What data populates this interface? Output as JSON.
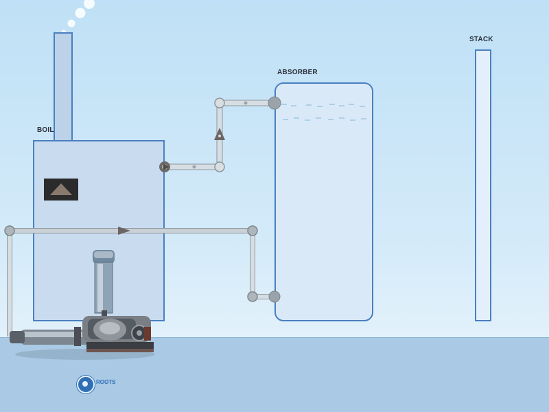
{
  "labels": {
    "boiler": "BOIL",
    "absorber": "ABSORBER",
    "stack": "STACK",
    "roots": "ROOTS"
  },
  "colors": {
    "sky": "#bfe0f6",
    "ground": "#a9c9e4",
    "vessel_fill": "#c9dcef",
    "vessel_border": "#4a7fbf",
    "pipe": "#b8c3cc",
    "accent": "#2f6fb6"
  },
  "icons": [
    "smoke-puffs",
    "flow-arrow",
    "valve-icon",
    "roots-blower"
  ]
}
